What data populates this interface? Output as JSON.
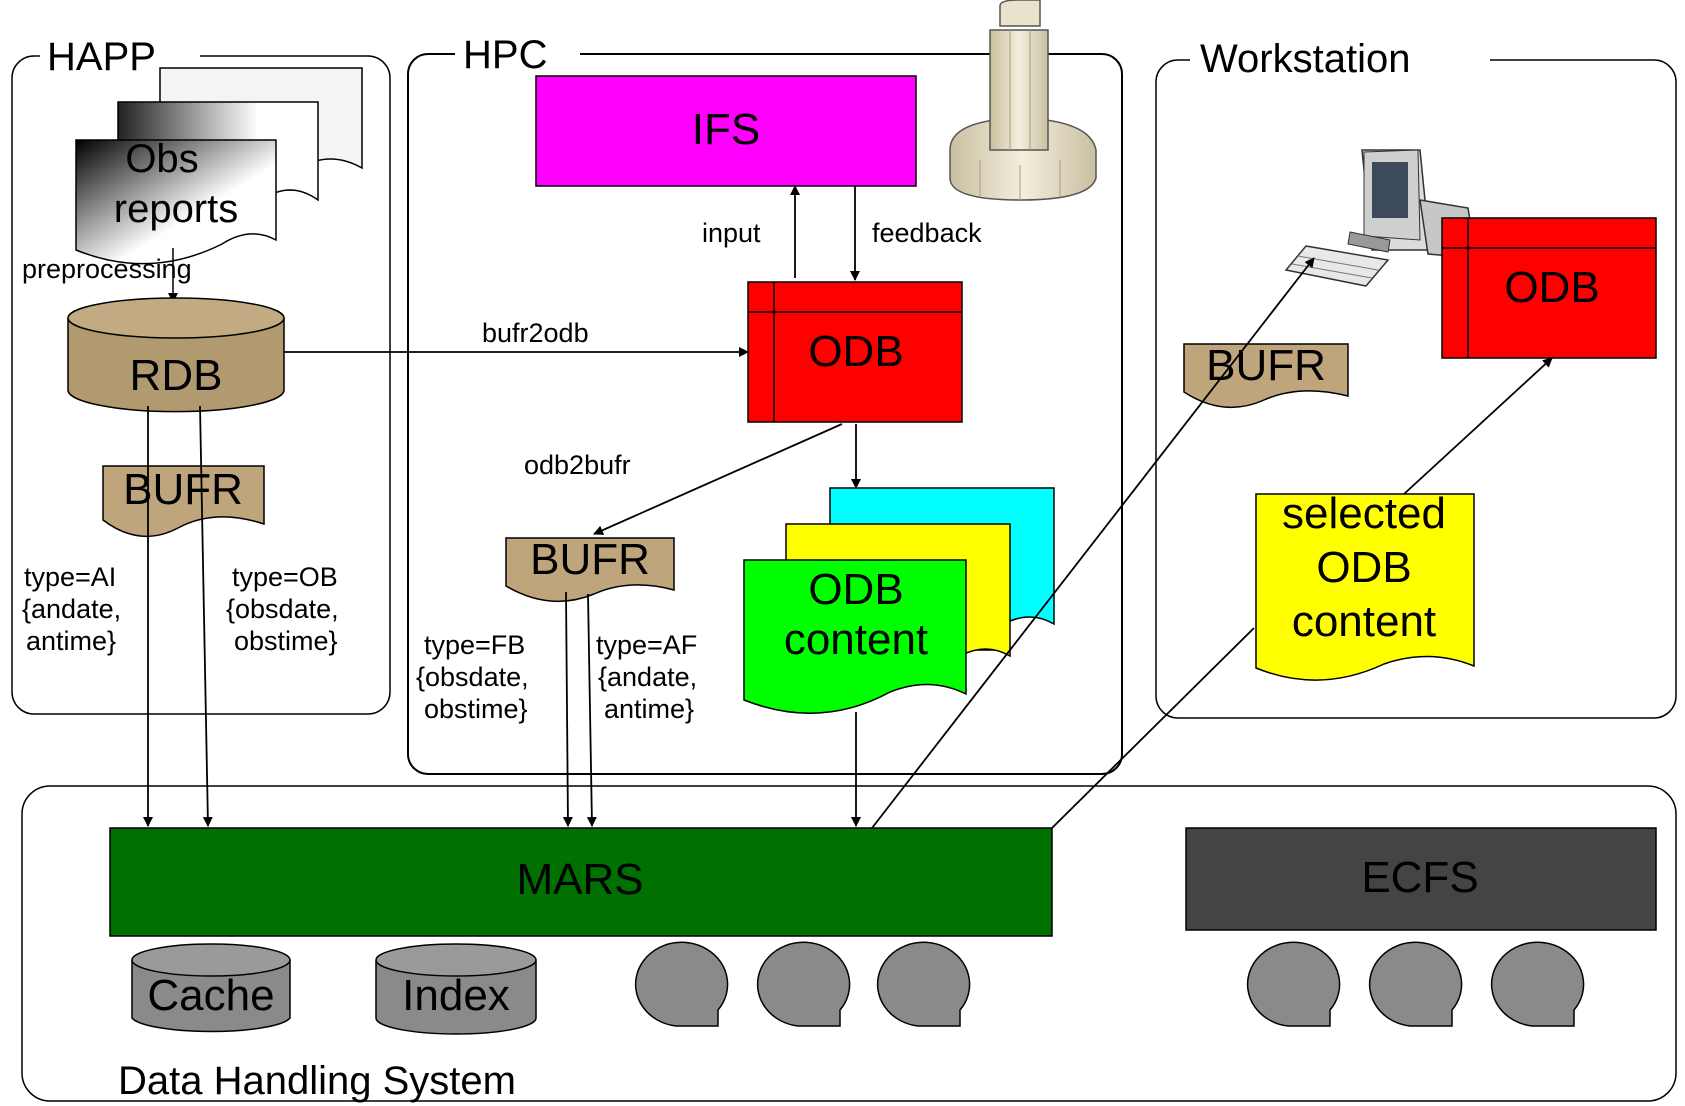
{
  "panels": {
    "happ": "HAPP",
    "hpc": "HPC",
    "workstation": "Workstation",
    "dhs": "Data Handling System"
  },
  "nodes": {
    "obs_reports_line1": "Obs",
    "obs_reports_line2": "reports",
    "rdb": "RDB",
    "happ_bufr": "BUFR",
    "ifs": "IFS",
    "hpc_odb": "ODB",
    "hpc_bufr": "BUFR",
    "odb_content_line1": "ODB",
    "odb_content_line2": "content",
    "ws_bufr": "BUFR",
    "ws_odb": "ODB",
    "selected_line1": "selected",
    "selected_line2": "ODB",
    "selected_line3": "content",
    "mars": "MARS",
    "ecfs": "ECFS",
    "cache": "Cache",
    "index": "Index"
  },
  "edges": {
    "preprocessing": "preprocessing",
    "bufr2odb": "bufr2odb",
    "odb2bufr": "odb2bufr",
    "input": "input",
    "feedback": "feedback",
    "type_ai": [
      "type=AI",
      "{andate,",
      "antime}"
    ],
    "type_ob": [
      "type=OB",
      "{obsdate,",
      "obstime}"
    ],
    "type_fb": [
      "type=FB",
      "{obsdate,",
      "obstime}"
    ],
    "type_af": [
      "type=AF",
      "{andate,",
      "antime}"
    ]
  },
  "colors": {
    "ifs": "#ff00ff",
    "odb": "#ff0000",
    "mars": "#007000",
    "ecfs": "#444444",
    "bufr": "#bfa57c",
    "odb_content": "#00ff00",
    "cyan_sheet": "#00ffff",
    "yellow_sheet": "#ffff00",
    "tape": "#8a8a8a"
  }
}
